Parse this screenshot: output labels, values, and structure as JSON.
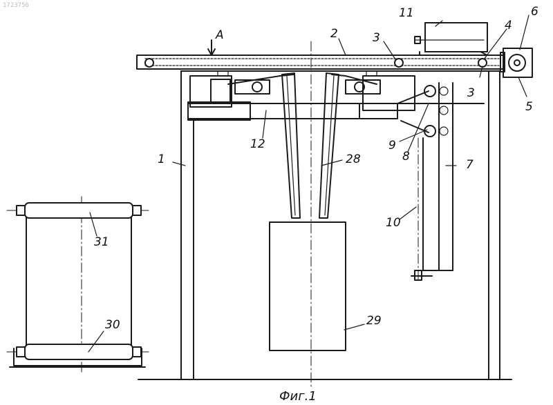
{
  "document": {
    "corner_id": "1723756",
    "caption": "Фиг.1"
  },
  "labels": {
    "arrow": "A",
    "l1": "1",
    "l2": "2",
    "l3_left": "3",
    "l3_right": "3",
    "l4": "4",
    "l5": "5",
    "l6": "6",
    "l7": "7",
    "l8": "8",
    "l9": "9",
    "l10": "10",
    "l11": "11",
    "l12": "12",
    "l28": "28",
    "l29": "29",
    "l30": "30",
    "l31": "31"
  }
}
